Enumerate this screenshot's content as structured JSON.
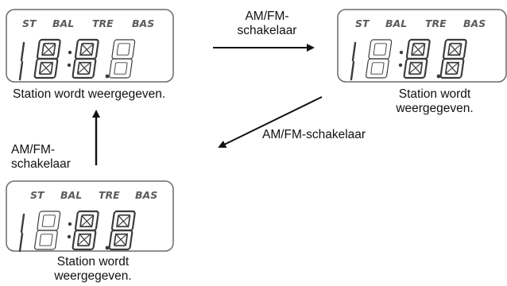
{
  "displays": [
    {
      "id": "top-left",
      "indicators": [
        "ST",
        "BAL",
        "TRE",
        "BAS"
      ],
      "caption": "Station wordt weergegeven.",
      "highlight_digit": 1
    },
    {
      "id": "top-right",
      "indicators": [
        "ST",
        "BAL",
        "TRE",
        "BAS"
      ],
      "caption_lines": [
        "Station wordt",
        "weergegeven."
      ],
      "highlight_digit": 3
    },
    {
      "id": "bottom-left",
      "indicators": [
        "ST",
        "BAL",
        "TRE",
        "BAS"
      ],
      "caption_lines": [
        "Station wordt",
        "weergegeven."
      ],
      "highlight_digit": 4
    }
  ],
  "arrows": {
    "top": {
      "label_lines": [
        "AM/FM-",
        "schakelaar"
      ]
    },
    "diagonal": {
      "label": "AM/FM-schakelaar"
    },
    "left": {
      "label_lines": [
        "AM/FM-",
        "schakelaar"
      ]
    }
  },
  "colors": {
    "ink": "#111111",
    "lcd_outline": "#6a6a6a",
    "segment": "#3c3c3c"
  }
}
